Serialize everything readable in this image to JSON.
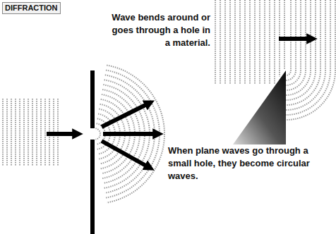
{
  "diagram": {
    "title": "DIFFRACTION",
    "labels": [
      "Wave bends around or goes through a hole in a material.",
      "When plane waves go through a small hole, they become circular waves."
    ]
  }
}
